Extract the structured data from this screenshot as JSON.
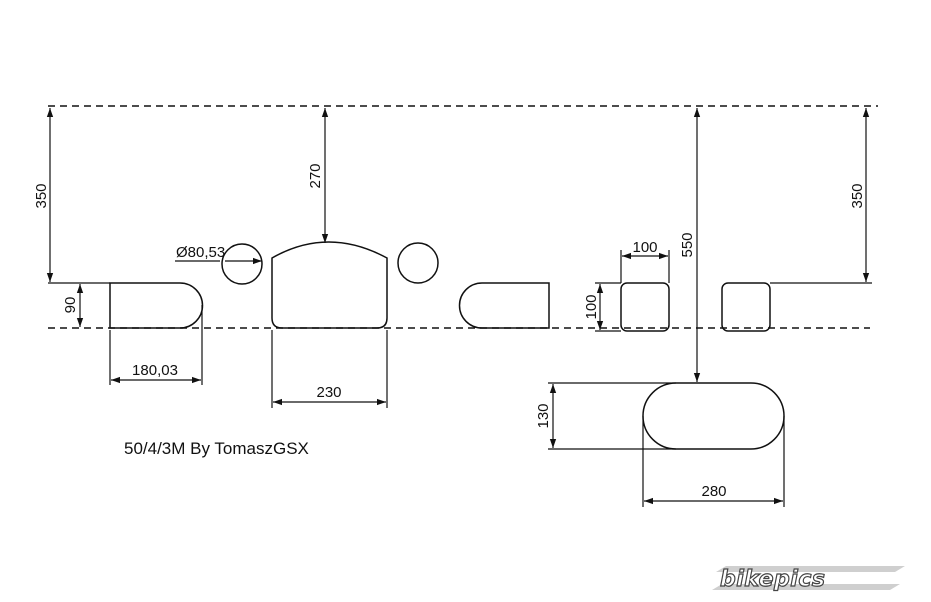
{
  "dimensions": {
    "d350_left": "350",
    "d270": "270",
    "d_circle": "Ø80,53",
    "d90": "90",
    "d180": "180,03",
    "d230": "230",
    "d100_w": "100",
    "d100_h": "100",
    "d550": "550",
    "d350_right": "350",
    "d130": "130",
    "d280": "280"
  },
  "caption": "50/4/3M By TomaszGSX",
  "watermark": "bikepics"
}
